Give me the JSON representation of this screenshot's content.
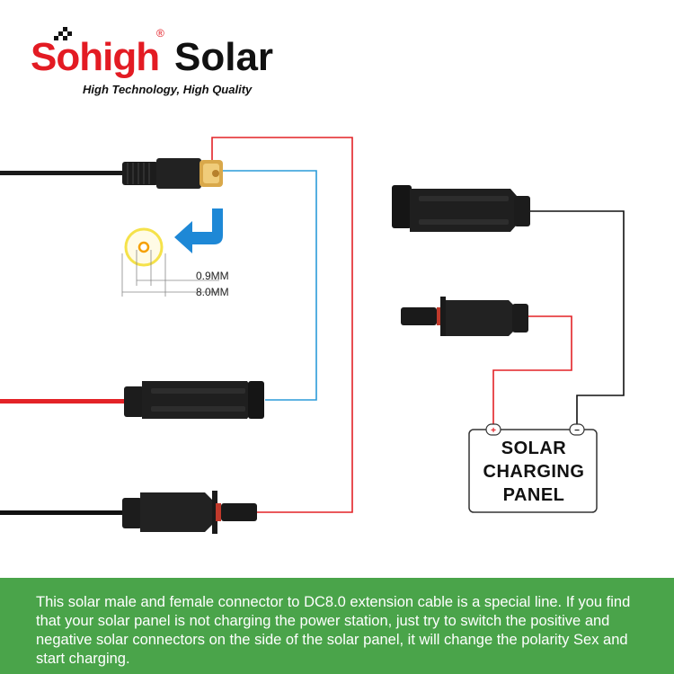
{
  "logo": {
    "brand_red": "Sohigh",
    "registered": "®",
    "brand_black": "Solar",
    "tagline": "High Technology, High Quality",
    "red_color": "#e31b23"
  },
  "dimensions": {
    "inner": "0.9MM",
    "outer": "8.0MM"
  },
  "panel": {
    "lines": [
      "SOLAR",
      "CHARGING",
      "PANEL"
    ],
    "plus": "+",
    "minus": "−"
  },
  "colors": {
    "positive_wire": "#e32227",
    "negative_wire": "#111111",
    "blue_guide": "#2b9bd8",
    "arrow": "#1e88d6",
    "banner_bg": "#4aa44a"
  },
  "icons": {
    "direction_arrow": "blue-bent-arrow-icon",
    "pin_diagram": "dc-pin-cross-section-icon"
  },
  "banner": {
    "text": "This solar male and female connector to DC8.0 extension cable is a special line. If you find that your solar panel is not charging the power station, just try to switch the positive and negative solar connectors on the side of the solar panel, it will change the polarity Sex and start charging."
  }
}
